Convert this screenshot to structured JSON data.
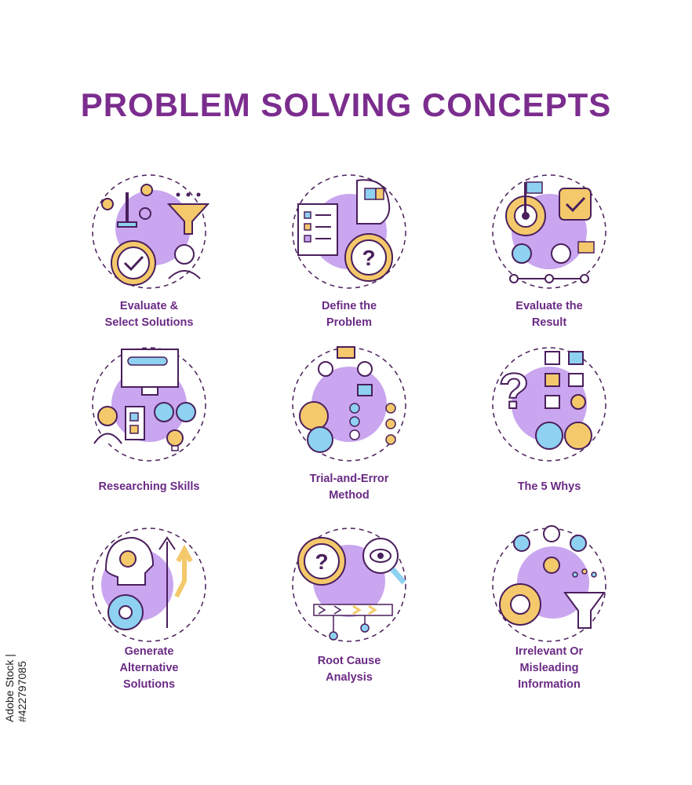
{
  "title": "PROBLEM SOLVING CONCEPTS",
  "colors": {
    "title": "#7b2d8e",
    "lavender": "#c9a6ef",
    "yellow": "#f4c96b",
    "blue": "#8ed1f0",
    "outline": "#4a1f5c"
  },
  "concepts": [
    {
      "line1": "Evaluate &",
      "line2": "Select Solutions",
      "line3": "",
      "icon": "evaluate-select-icon"
    },
    {
      "line1": "Define the",
      "line2": "Problem",
      "line3": "",
      "icon": "define-problem-icon"
    },
    {
      "line1": "Evaluate the",
      "line2": "Result",
      "line3": "",
      "icon": "evaluate-result-icon"
    },
    {
      "line1": "Researching Skills",
      "line2": "",
      "line3": "",
      "icon": "researching-skills-icon"
    },
    {
      "line1": "Trial-and-Error",
      "line2": "Method",
      "line3": "",
      "icon": "trial-error-icon"
    },
    {
      "line1": "The 5 Whys",
      "line2": "",
      "line3": "",
      "icon": "five-whys-icon"
    },
    {
      "line1": "Generate",
      "line2": "Alternative",
      "line3": "Solutions",
      "icon": "generate-alternatives-icon"
    },
    {
      "line1": "Root Cause",
      "line2": "Analysis",
      "line3": "",
      "icon": "root-cause-icon"
    },
    {
      "line1": "Irrelevant Or",
      "line2": "Misleading",
      "line3": "Information",
      "icon": "irrelevant-info-icon"
    }
  ],
  "stock_label": "Adobe Stock | #422797085"
}
